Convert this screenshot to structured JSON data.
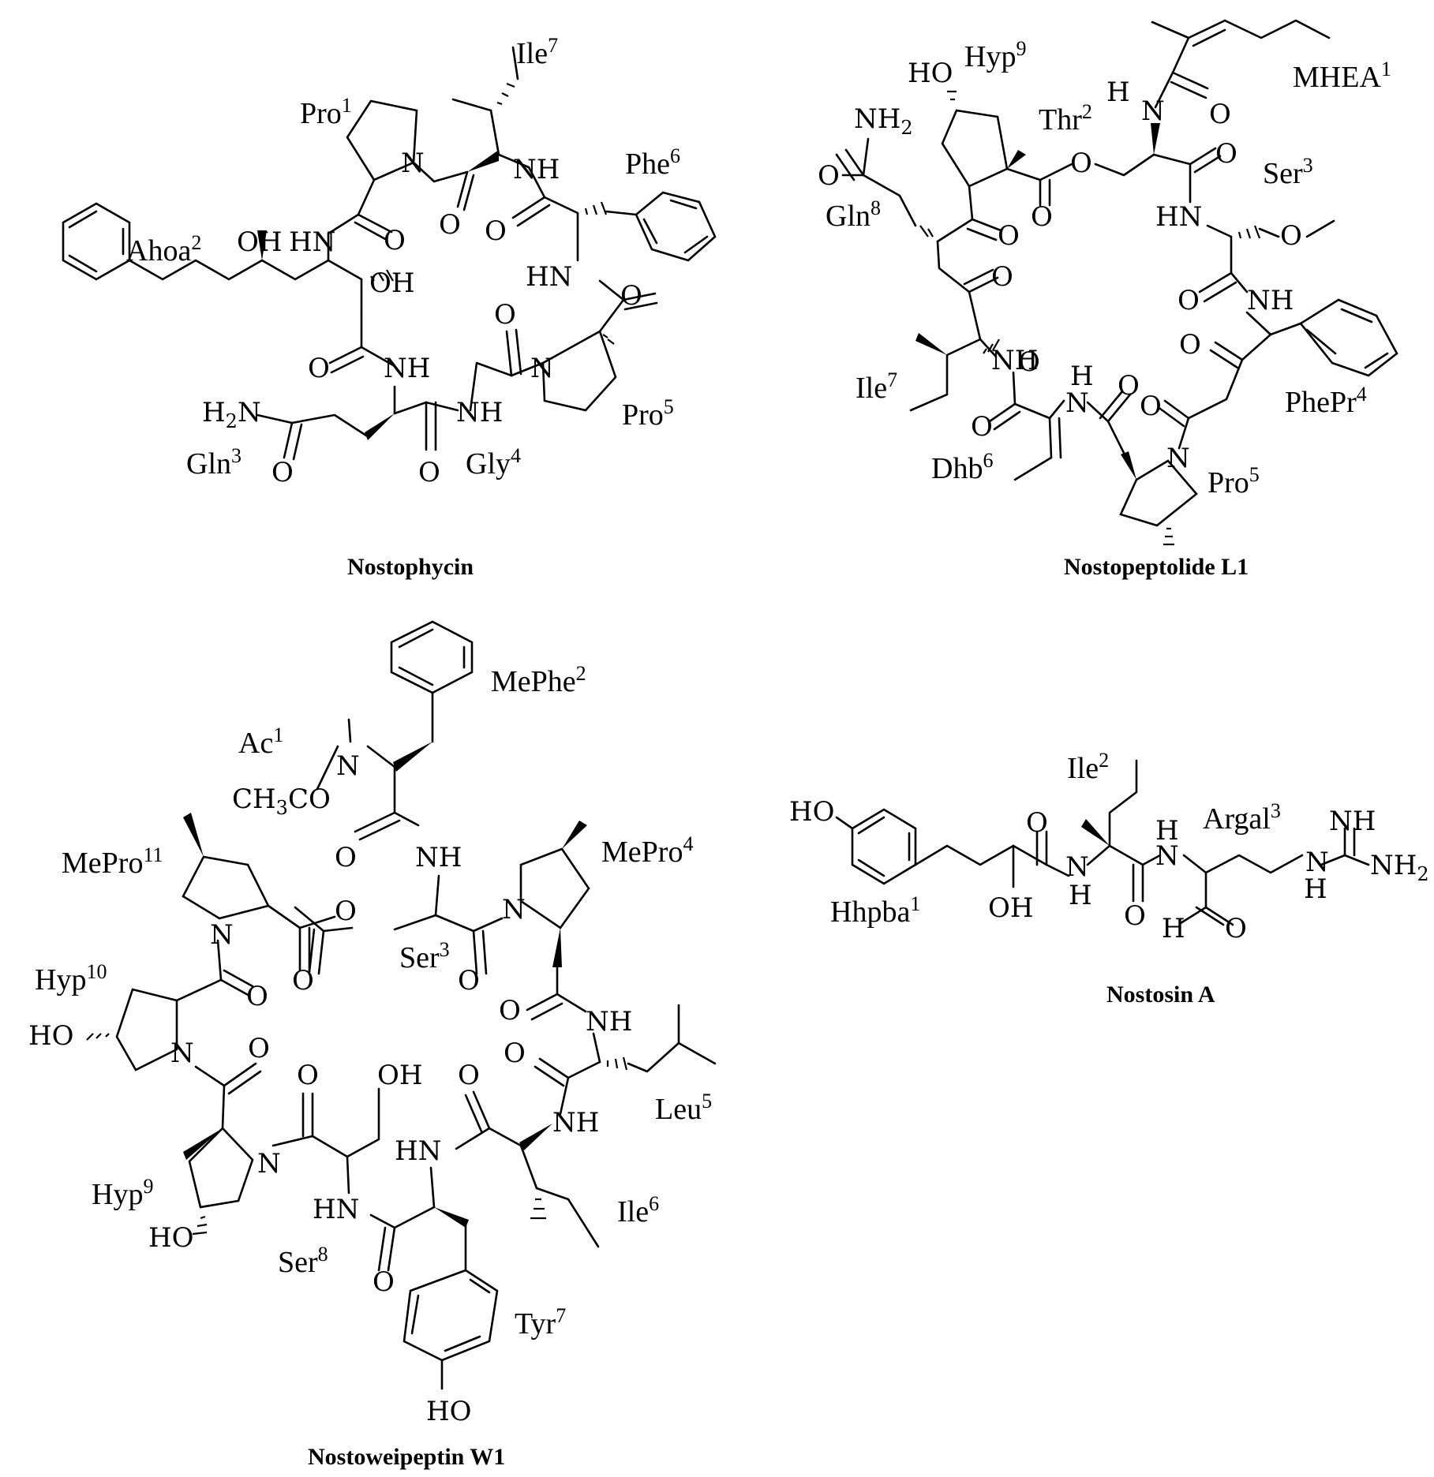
{
  "compounds": [
    {
      "name": "Nostophycin",
      "residues": [
        {
          "label": "Pro",
          "sup": "1"
        },
        {
          "label": "Ahoa",
          "sup": "2"
        },
        {
          "label": "Gln",
          "sup": "3"
        },
        {
          "label": "Gly",
          "sup": "4"
        },
        {
          "label": "Pro",
          "sup": "5"
        },
        {
          "label": "Phe",
          "sup": "6"
        },
        {
          "label": "Ile",
          "sup": "7"
        }
      ]
    },
    {
      "name": "Nostopeptolide L1",
      "residues": [
        {
          "label": "MHEA",
          "sup": "1"
        },
        {
          "label": "Thr",
          "sup": "2"
        },
        {
          "label": "Ser",
          "sup": "3"
        },
        {
          "label": "PhePr",
          "sup": "4"
        },
        {
          "label": "Pro",
          "sup": "5"
        },
        {
          "label": "Dhb",
          "sup": "6"
        },
        {
          "label": "Ile",
          "sup": "7"
        },
        {
          "label": "Gln",
          "sup": "8"
        },
        {
          "label": "Hyp",
          "sup": "9"
        }
      ]
    },
    {
      "name": "Nostoweipeptin W1",
      "residues": [
        {
          "label": "Ac",
          "sup": "1"
        },
        {
          "label": "MePhe",
          "sup": "2"
        },
        {
          "label": "Ser",
          "sup": "3"
        },
        {
          "label": "MePro",
          "sup": "4"
        },
        {
          "label": "Leu",
          "sup": "5"
        },
        {
          "label": "Ile",
          "sup": "6"
        },
        {
          "label": "Tyr",
          "sup": "7"
        },
        {
          "label": "Ser",
          "sup": "8"
        },
        {
          "label": "Hyp",
          "sup": "9"
        },
        {
          "label": "Hyp",
          "sup": "10"
        },
        {
          "label": "MePro",
          "sup": "11"
        }
      ]
    },
    {
      "name": "Nostosin A",
      "residues": [
        {
          "label": "Hhpba",
          "sup": "1"
        },
        {
          "label": "Ile",
          "sup": "2"
        },
        {
          "label": "Argal",
          "sup": "3"
        }
      ]
    }
  ],
  "atoms": {
    "O": "O",
    "N": "N",
    "NH": "NH",
    "HN": "HN",
    "OH": "OH",
    "HO": "HO",
    "H": "H",
    "NH2_main": "NH",
    "NH2_sub": "2",
    "H2N_H": "H",
    "H2N_sub": "2",
    "H2N_N": "N",
    "CH3CO_a": "CH",
    "CH3CO_sub": "3",
    "CH3CO_b": "CO"
  }
}
